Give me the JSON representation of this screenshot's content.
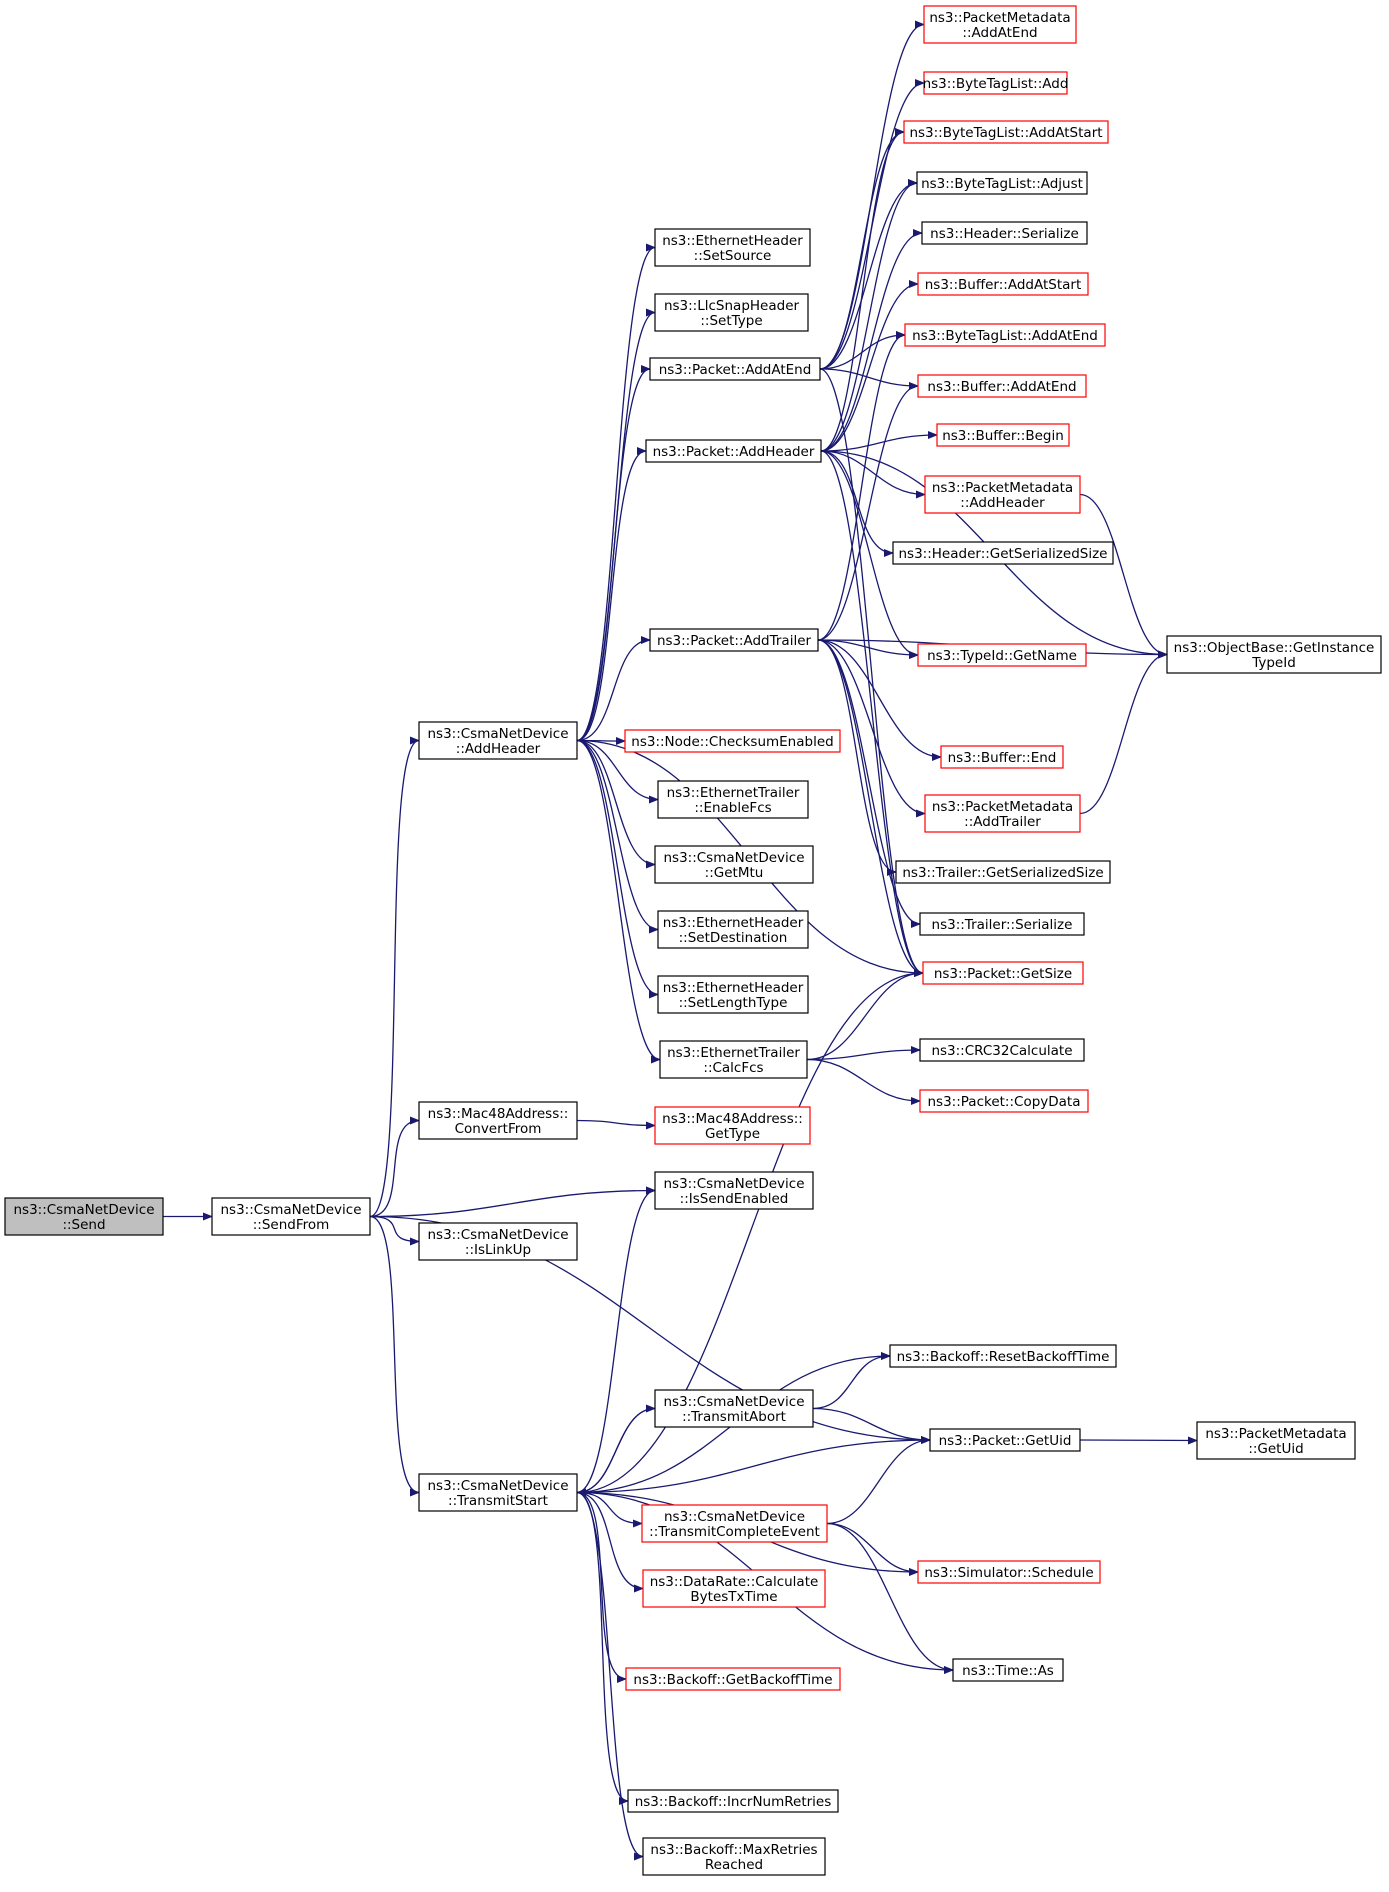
{
  "colors": {
    "edge": "#191970",
    "border_default": "#000000",
    "border_red": "#ff0000",
    "fill_default": "#ffffff",
    "fill_root": "#bfbfbf"
  },
  "nodes": [
    {
      "id": "send",
      "lines": [
        "ns3::CsmaNetDevice",
        "::Send"
      ],
      "style": "root"
    },
    {
      "id": "sendfrom",
      "lines": [
        "ns3::CsmaNetDevice",
        "::SendFrom"
      ],
      "style": "black"
    },
    {
      "id": "dev_addheader",
      "lines": [
        "ns3::CsmaNetDevice",
        "::AddHeader"
      ],
      "style": "black"
    },
    {
      "id": "mac_convertfrom",
      "lines": [
        "ns3::Mac48Address::",
        "ConvertFrom"
      ],
      "style": "black"
    },
    {
      "id": "islinkup",
      "lines": [
        "ns3::CsmaNetDevice",
        "::IsLinkUp"
      ],
      "style": "black"
    },
    {
      "id": "transmitstart",
      "lines": [
        "ns3::CsmaNetDevice",
        "::TransmitStart"
      ],
      "style": "black"
    },
    {
      "id": "eh_setsource",
      "lines": [
        "ns3::EthernetHeader",
        "::SetSource"
      ],
      "style": "black"
    },
    {
      "id": "llc_settype",
      "lines": [
        "ns3::LlcSnapHeader",
        "::SetType"
      ],
      "style": "black"
    },
    {
      "id": "pkt_addatend",
      "lines": [
        "ns3::Packet::AddAtEnd"
      ],
      "style": "black"
    },
    {
      "id": "pkt_addheader",
      "lines": [
        "ns3::Packet::AddHeader"
      ],
      "style": "black"
    },
    {
      "id": "pkt_addtrailer",
      "lines": [
        "ns3::Packet::AddTrailer"
      ],
      "style": "black"
    },
    {
      "id": "node_checksum",
      "lines": [
        "ns3::Node::ChecksumEnabled"
      ],
      "style": "red"
    },
    {
      "id": "et_enablefcs",
      "lines": [
        "ns3::EthernetTrailer",
        "::EnableFcs"
      ],
      "style": "black"
    },
    {
      "id": "dev_getmtu",
      "lines": [
        "ns3::CsmaNetDevice",
        "::GetMtu"
      ],
      "style": "black"
    },
    {
      "id": "eh_setdest",
      "lines": [
        "ns3::EthernetHeader",
        "::SetDestination"
      ],
      "style": "black"
    },
    {
      "id": "eh_setlentype",
      "lines": [
        "ns3::EthernetHeader",
        "::SetLengthType"
      ],
      "style": "black"
    },
    {
      "id": "et_calcfcs",
      "lines": [
        "ns3::EthernetTrailer",
        "::CalcFcs"
      ],
      "style": "black"
    },
    {
      "id": "mac_gettype",
      "lines": [
        "ns3::Mac48Address::",
        "GetType"
      ],
      "style": "red"
    },
    {
      "id": "dev_issendenabled",
      "lines": [
        "ns3::CsmaNetDevice",
        "::IsSendEnabled"
      ],
      "style": "black"
    },
    {
      "id": "dev_transmitabort",
      "lines": [
        "ns3::CsmaNetDevice",
        "::TransmitAbort"
      ],
      "style": "black"
    },
    {
      "id": "dev_txcomplete",
      "lines": [
        "ns3::CsmaNetDevice",
        "::TransmitCompleteEvent"
      ],
      "style": "red"
    },
    {
      "id": "dr_calcbytes",
      "lines": [
        "ns3::DataRate::Calculate",
        "BytesTxTime"
      ],
      "style": "red"
    },
    {
      "id": "bo_getbackoff",
      "lines": [
        "ns3::Backoff::GetBackoffTime"
      ],
      "style": "red"
    },
    {
      "id": "bo_incrnum",
      "lines": [
        "ns3::Backoff::IncrNumRetries"
      ],
      "style": "black"
    },
    {
      "id": "bo_maxretries",
      "lines": [
        "ns3::Backoff::MaxRetries",
        "Reached"
      ],
      "style": "black"
    },
    {
      "id": "pm_addatend",
      "lines": [
        "ns3::PacketMetadata",
        "::AddAtEnd"
      ],
      "style": "red"
    },
    {
      "id": "btl_add",
      "lines": [
        "ns3::ByteTagList::Add"
      ],
      "style": "red"
    },
    {
      "id": "btl_addatstart",
      "lines": [
        "ns3::ByteTagList::AddAtStart"
      ],
      "style": "red"
    },
    {
      "id": "btl_adjust",
      "lines": [
        "ns3::ByteTagList::Adjust"
      ],
      "style": "black"
    },
    {
      "id": "hdr_serialize",
      "lines": [
        "ns3::Header::Serialize"
      ],
      "style": "black"
    },
    {
      "id": "buf_addatstart",
      "lines": [
        "ns3::Buffer::AddAtStart"
      ],
      "style": "red"
    },
    {
      "id": "btl_addatend",
      "lines": [
        "ns3::ByteTagList::AddAtEnd"
      ],
      "style": "red"
    },
    {
      "id": "buf_addatend",
      "lines": [
        "ns3::Buffer::AddAtEnd"
      ],
      "style": "red"
    },
    {
      "id": "buf_begin",
      "lines": [
        "ns3::Buffer::Begin"
      ],
      "style": "red"
    },
    {
      "id": "pm_addheader",
      "lines": [
        "ns3::PacketMetadata",
        "::AddHeader"
      ],
      "style": "red"
    },
    {
      "id": "hdr_getsize",
      "lines": [
        "ns3::Header::GetSerializedSize"
      ],
      "style": "black"
    },
    {
      "id": "typeid_getname",
      "lines": [
        "ns3::TypeId::GetName"
      ],
      "style": "red"
    },
    {
      "id": "buf_end",
      "lines": [
        "ns3::Buffer::End"
      ],
      "style": "red"
    },
    {
      "id": "pm_addtrailer",
      "lines": [
        "ns3::PacketMetadata",
        "::AddTrailer"
      ],
      "style": "red"
    },
    {
      "id": "trl_getsize",
      "lines": [
        "ns3::Trailer::GetSerializedSize"
      ],
      "style": "black"
    },
    {
      "id": "trl_serialize",
      "lines": [
        "ns3::Trailer::Serialize"
      ],
      "style": "black"
    },
    {
      "id": "pkt_getsize",
      "lines": [
        "ns3::Packet::GetSize"
      ],
      "style": "red"
    },
    {
      "id": "crc32",
      "lines": [
        "ns3::CRC32Calculate"
      ],
      "style": "black"
    },
    {
      "id": "pkt_copydata",
      "lines": [
        "ns3::Packet::CopyData"
      ],
      "style": "red"
    },
    {
      "id": "ob_getinstance",
      "lines": [
        "ns3::ObjectBase::GetInstance",
        "TypeId"
      ],
      "style": "black"
    },
    {
      "id": "bo_reset",
      "lines": [
        "ns3::Backoff::ResetBackoffTime"
      ],
      "style": "black"
    },
    {
      "id": "pkt_getuid",
      "lines": [
        "ns3::Packet::GetUid"
      ],
      "style": "black"
    },
    {
      "id": "pm_getuid",
      "lines": [
        "ns3::PacketMetadata",
        "::GetUid"
      ],
      "style": "black"
    },
    {
      "id": "sim_schedule",
      "lines": [
        "ns3::Simulator::Schedule"
      ],
      "style": "red"
    },
    {
      "id": "time_as",
      "lines": [
        "ns3::Time::As"
      ],
      "style": "black"
    }
  ],
  "edges": [
    [
      "send",
      "sendfrom"
    ],
    [
      "sendfrom",
      "dev_addheader"
    ],
    [
      "sendfrom",
      "mac_convertfrom"
    ],
    [
      "sendfrom",
      "dev_issendenabled"
    ],
    [
      "sendfrom",
      "islinkup"
    ],
    [
      "sendfrom",
      "pkt_getuid"
    ],
    [
      "sendfrom",
      "transmitstart"
    ],
    [
      "dev_addheader",
      "eh_setsource"
    ],
    [
      "dev_addheader",
      "llc_settype"
    ],
    [
      "dev_addheader",
      "pkt_addatend"
    ],
    [
      "dev_addheader",
      "pkt_addheader"
    ],
    [
      "dev_addheader",
      "pkt_addtrailer"
    ],
    [
      "dev_addheader",
      "pkt_getsize"
    ],
    [
      "dev_addheader",
      "node_checksum"
    ],
    [
      "dev_addheader",
      "et_enablefcs"
    ],
    [
      "dev_addheader",
      "dev_getmtu"
    ],
    [
      "dev_addheader",
      "eh_setdest"
    ],
    [
      "dev_addheader",
      "eh_setlentype"
    ],
    [
      "dev_addheader",
      "et_calcfcs"
    ],
    [
      "mac_convertfrom",
      "mac_gettype"
    ],
    [
      "pkt_addatend",
      "pm_addatend"
    ],
    [
      "pkt_addatend",
      "btl_add"
    ],
    [
      "pkt_addatend",
      "btl_addatstart"
    ],
    [
      "pkt_addatend",
      "btl_adjust"
    ],
    [
      "pkt_addatend",
      "btl_addatend"
    ],
    [
      "pkt_addatend",
      "buf_addatend"
    ],
    [
      "pkt_addatend",
      "pkt_getsize"
    ],
    [
      "pkt_addheader",
      "btl_addatstart"
    ],
    [
      "pkt_addheader",
      "btl_adjust"
    ],
    [
      "pkt_addheader",
      "hdr_serialize"
    ],
    [
      "pkt_addheader",
      "buf_addatstart"
    ],
    [
      "pkt_addheader",
      "buf_begin"
    ],
    [
      "pkt_addheader",
      "pm_addheader"
    ],
    [
      "pkt_addheader",
      "hdr_getsize"
    ],
    [
      "pkt_addheader",
      "typeid_getname"
    ],
    [
      "pkt_addheader",
      "ob_getinstance"
    ],
    [
      "pkt_addheader",
      "pkt_getsize"
    ],
    [
      "pkt_addtrailer",
      "btl_addatend"
    ],
    [
      "pkt_addtrailer",
      "buf_addatend"
    ],
    [
      "pkt_addtrailer",
      "typeid_getname"
    ],
    [
      "pkt_addtrailer",
      "ob_getinstance"
    ],
    [
      "pkt_addtrailer",
      "buf_end"
    ],
    [
      "pkt_addtrailer",
      "pm_addtrailer"
    ],
    [
      "pkt_addtrailer",
      "trl_getsize"
    ],
    [
      "pkt_addtrailer",
      "trl_serialize"
    ],
    [
      "pkt_addtrailer",
      "pkt_getsize"
    ],
    [
      "pm_addheader",
      "ob_getinstance"
    ],
    [
      "pm_addtrailer",
      "ob_getinstance"
    ],
    [
      "et_calcfcs",
      "pkt_getsize"
    ],
    [
      "et_calcfcs",
      "crc32"
    ],
    [
      "et_calcfcs",
      "pkt_copydata"
    ],
    [
      "transmitstart",
      "dev_issendenabled"
    ],
    [
      "transmitstart",
      "pkt_getsize"
    ],
    [
      "transmitstart",
      "bo_reset"
    ],
    [
      "transmitstart",
      "dev_transmitabort"
    ],
    [
      "transmitstart",
      "pkt_getuid"
    ],
    [
      "transmitstart",
      "dev_txcomplete"
    ],
    [
      "transmitstart",
      "dr_calcbytes"
    ],
    [
      "transmitstart",
      "bo_getbackoff"
    ],
    [
      "transmitstart",
      "sim_schedule"
    ],
    [
      "transmitstart",
      "time_as"
    ],
    [
      "transmitstart",
      "bo_incrnum"
    ],
    [
      "transmitstart",
      "bo_maxretries"
    ],
    [
      "dev_transmitabort",
      "bo_reset"
    ],
    [
      "dev_transmitabort",
      "pkt_getuid"
    ],
    [
      "dev_transmitabort",
      "transmitstart"
    ],
    [
      "dev_txcomplete",
      "pkt_getuid"
    ],
    [
      "dev_txcomplete",
      "sim_schedule"
    ],
    [
      "dev_txcomplete",
      "time_as"
    ],
    [
      "pkt_getuid",
      "pm_getuid"
    ]
  ]
}
